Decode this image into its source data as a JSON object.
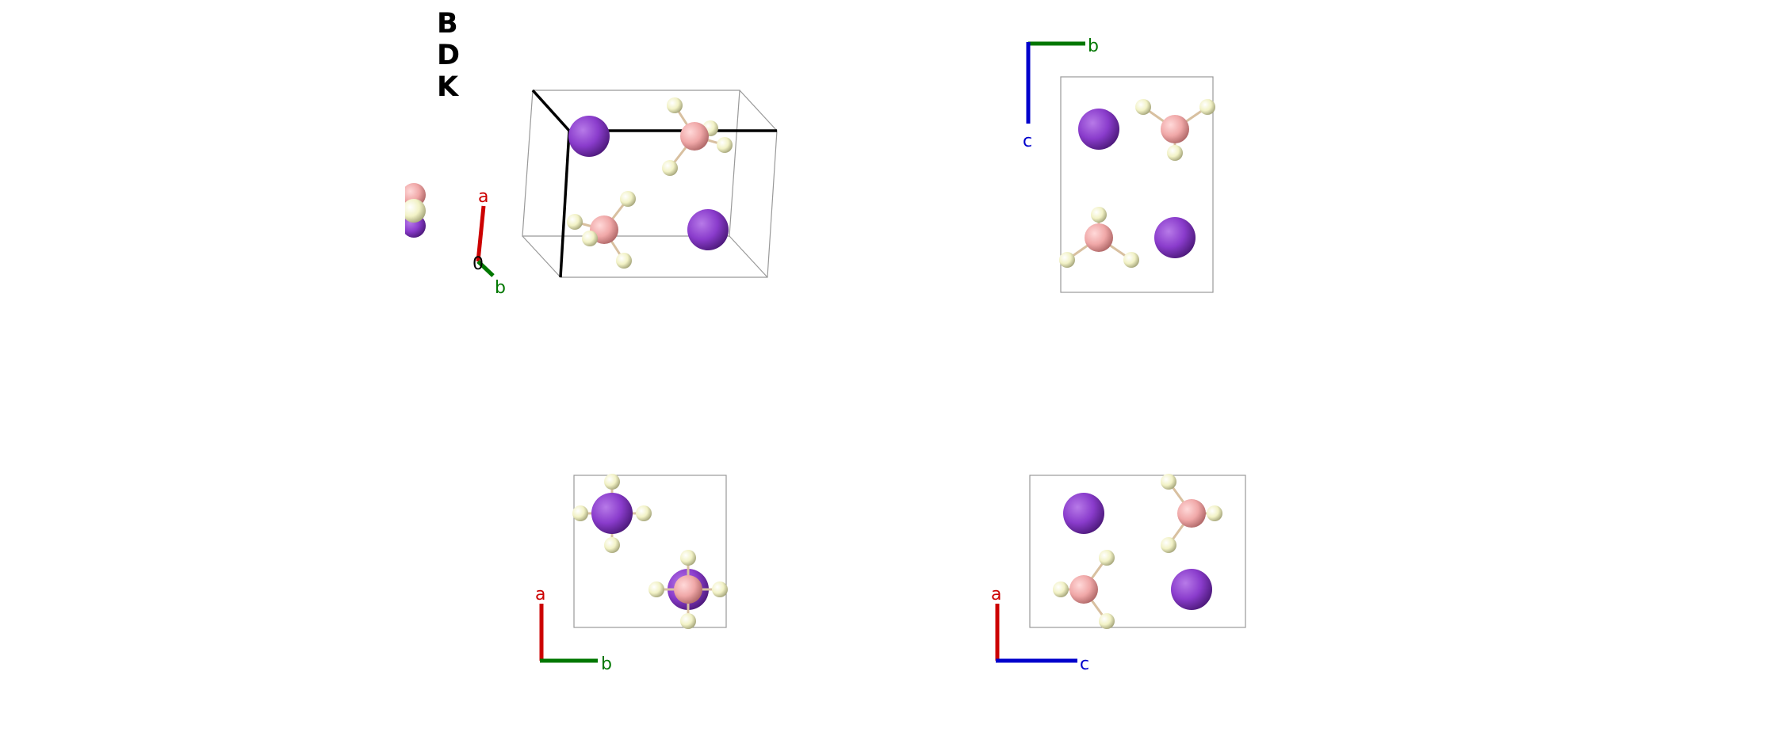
{
  "element_legend": [
    {
      "symbol": "B",
      "color": "#f0a8a8"
    },
    {
      "symbol": "D",
      "color": "#f2f2c6"
    },
    {
      "symbol": "K",
      "color": "#8a3ccc"
    }
  ],
  "atom_colors": {
    "B": "#f0a8a8",
    "D": "#f2f2c6",
    "K": "#8a3ccc"
  },
  "axis_colors": {
    "a": "#cc0000",
    "b": "#007700",
    "c": "#0000cc"
  },
  "views": {
    "perspective": {
      "axes": [
        "a",
        "b"
      ],
      "origin_label": "0"
    },
    "along_a": {
      "axes": [
        "b",
        "c"
      ]
    },
    "along_c": {
      "axes": [
        "a",
        "b"
      ]
    },
    "along_b": {
      "axes": [
        "a",
        "c"
      ]
    }
  }
}
